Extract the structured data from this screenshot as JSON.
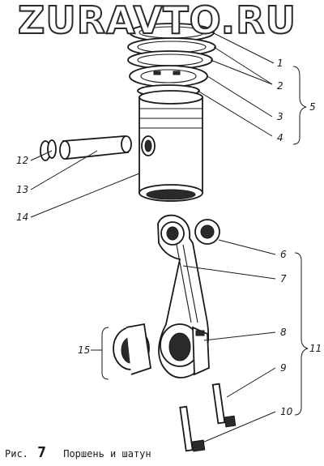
{
  "watermark": "ZURAVTO.RU",
  "caption": {
    "prefix": "Рис.",
    "number": "7",
    "title": "Поршень и шатун"
  },
  "labels": {
    "l1": "1",
    "l2": "2",
    "l3": "3",
    "l4": "4",
    "l5": "5",
    "l6": "6",
    "l7": "7",
    "l8": "8",
    "l9": "9",
    "l10": "10",
    "l11": "11",
    "l12": "12",
    "l13": "13",
    "l14": "14",
    "l15": "15"
  }
}
